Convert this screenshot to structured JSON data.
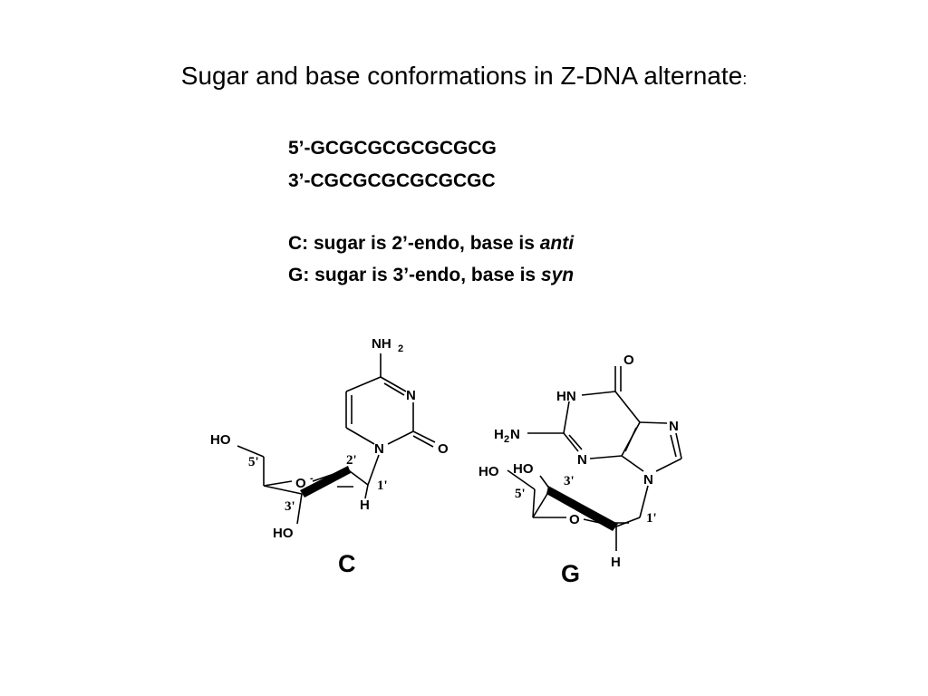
{
  "title": "Sugar and base conformations in Z-DNA alternate",
  "title_colon": ":",
  "sequence": {
    "strand1": "5’-GCGCGCGCGCGCG",
    "strand2": "3’-CGCGCGCGCGCGC"
  },
  "conformations": {
    "c_prefix": "C: sugar is 2’-endo, base is ",
    "c_emph": "anti",
    "g_prefix": "G: sugar is 3’-endo, base is ",
    "g_emph": "syn"
  },
  "structure_c": {
    "label": "C",
    "atoms": {
      "nh": "NH",
      "nh_sub": "2",
      "n_ring": "N",
      "n_glyco": "N",
      "o_carbonyl": "O",
      "ho_5": "HO",
      "o_ring": "O",
      "o_ring_sup": "-",
      "h": "H",
      "ho_3": "HO"
    },
    "positions": {
      "p5": "5'",
      "p3": "3'",
      "p2": "2'",
      "p1": "1'"
    }
  },
  "structure_g": {
    "label": "G",
    "atoms": {
      "o_carbonyl": "O",
      "hn": "HN",
      "h2n_h": "H",
      "h2n_sub": "2",
      "h2n_n": "N",
      "n_ring": "N",
      "n7": "N",
      "n9": "N",
      "ho_left": "HO",
      "ho_right": "HO",
      "o_ring": "O",
      "h": "H"
    },
    "positions": {
      "p3": "3'",
      "p5": "5'",
      "p1": "1'"
    }
  }
}
